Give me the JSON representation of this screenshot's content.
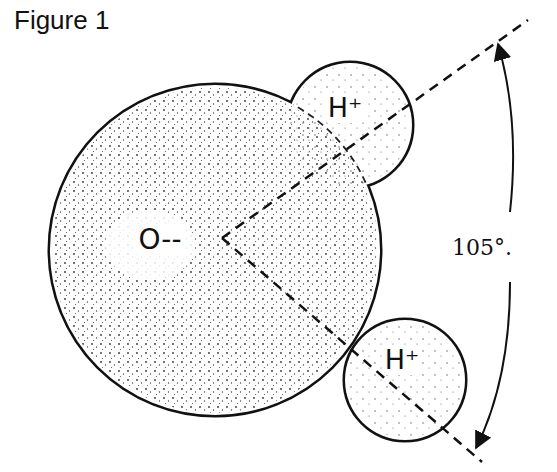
{
  "diagram": {
    "title": "Figure 1",
    "nodes": [
      {
        "text": [
          "O--"
        ]
      },
      {
        "text": [
          "H⁺"
        ]
      },
      {
        "text": [
          "H⁺"
        ]
      }
    ],
    "labels": [
      "105°."
    ]
  }
}
